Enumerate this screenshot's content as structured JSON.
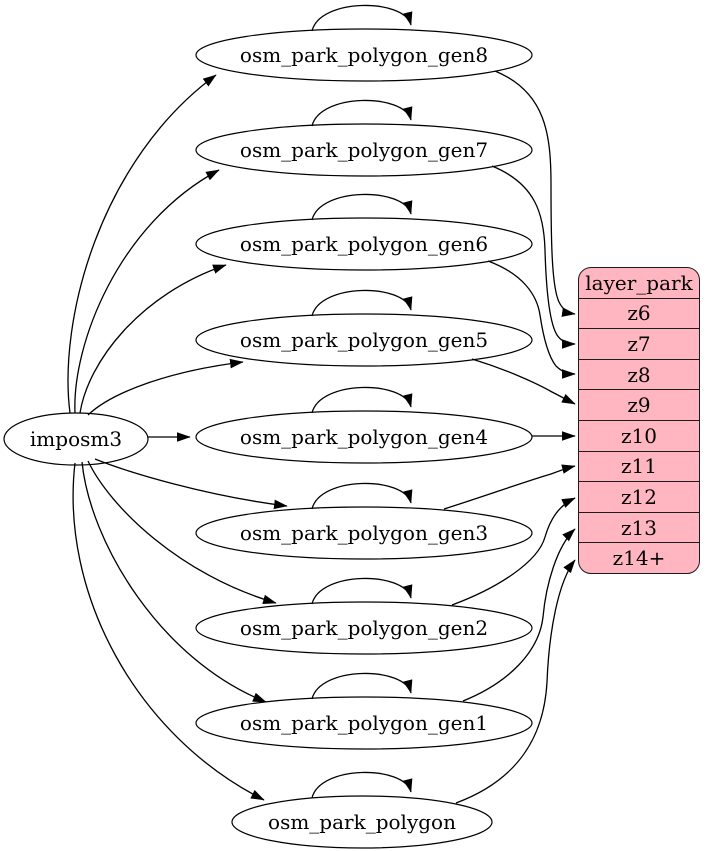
{
  "diagram": {
    "source": {
      "label": "imposm3"
    },
    "tables": [
      {
        "label": "osm_park_polygon_gen8",
        "from": "imposm3",
        "self_loop": true,
        "zoom_target": "z6"
      },
      {
        "label": "osm_park_polygon_gen7",
        "from": "imposm3",
        "self_loop": true,
        "zoom_target": "z7"
      },
      {
        "label": "osm_park_polygon_gen6",
        "from": "imposm3",
        "self_loop": true,
        "zoom_target": "z8"
      },
      {
        "label": "osm_park_polygon_gen5",
        "from": "imposm3",
        "self_loop": true,
        "zoom_target": "z9"
      },
      {
        "label": "osm_park_polygon_gen4",
        "from": "imposm3",
        "self_loop": true,
        "zoom_target": "z10"
      },
      {
        "label": "osm_park_polygon_gen3",
        "from": "imposm3",
        "self_loop": true,
        "zoom_target": "z11"
      },
      {
        "label": "osm_park_polygon_gen2",
        "from": "imposm3",
        "self_loop": true,
        "zoom_target": "z12"
      },
      {
        "label": "osm_park_polygon_gen1",
        "from": "imposm3",
        "self_loop": true,
        "zoom_target": "z13"
      },
      {
        "label": "osm_park_polygon",
        "from": "imposm3",
        "self_loop": true,
        "zoom_target": "z14+"
      }
    ],
    "layer": {
      "title": "layer_park",
      "zoom_rows": [
        "z6",
        "z7",
        "z8",
        "z9",
        "z10",
        "z11",
        "z12",
        "z13",
        "z14+"
      ]
    },
    "colors": {
      "layer_fill": "#ffb6c1",
      "node_fill": "#ffffff",
      "stroke": "#000000"
    }
  }
}
